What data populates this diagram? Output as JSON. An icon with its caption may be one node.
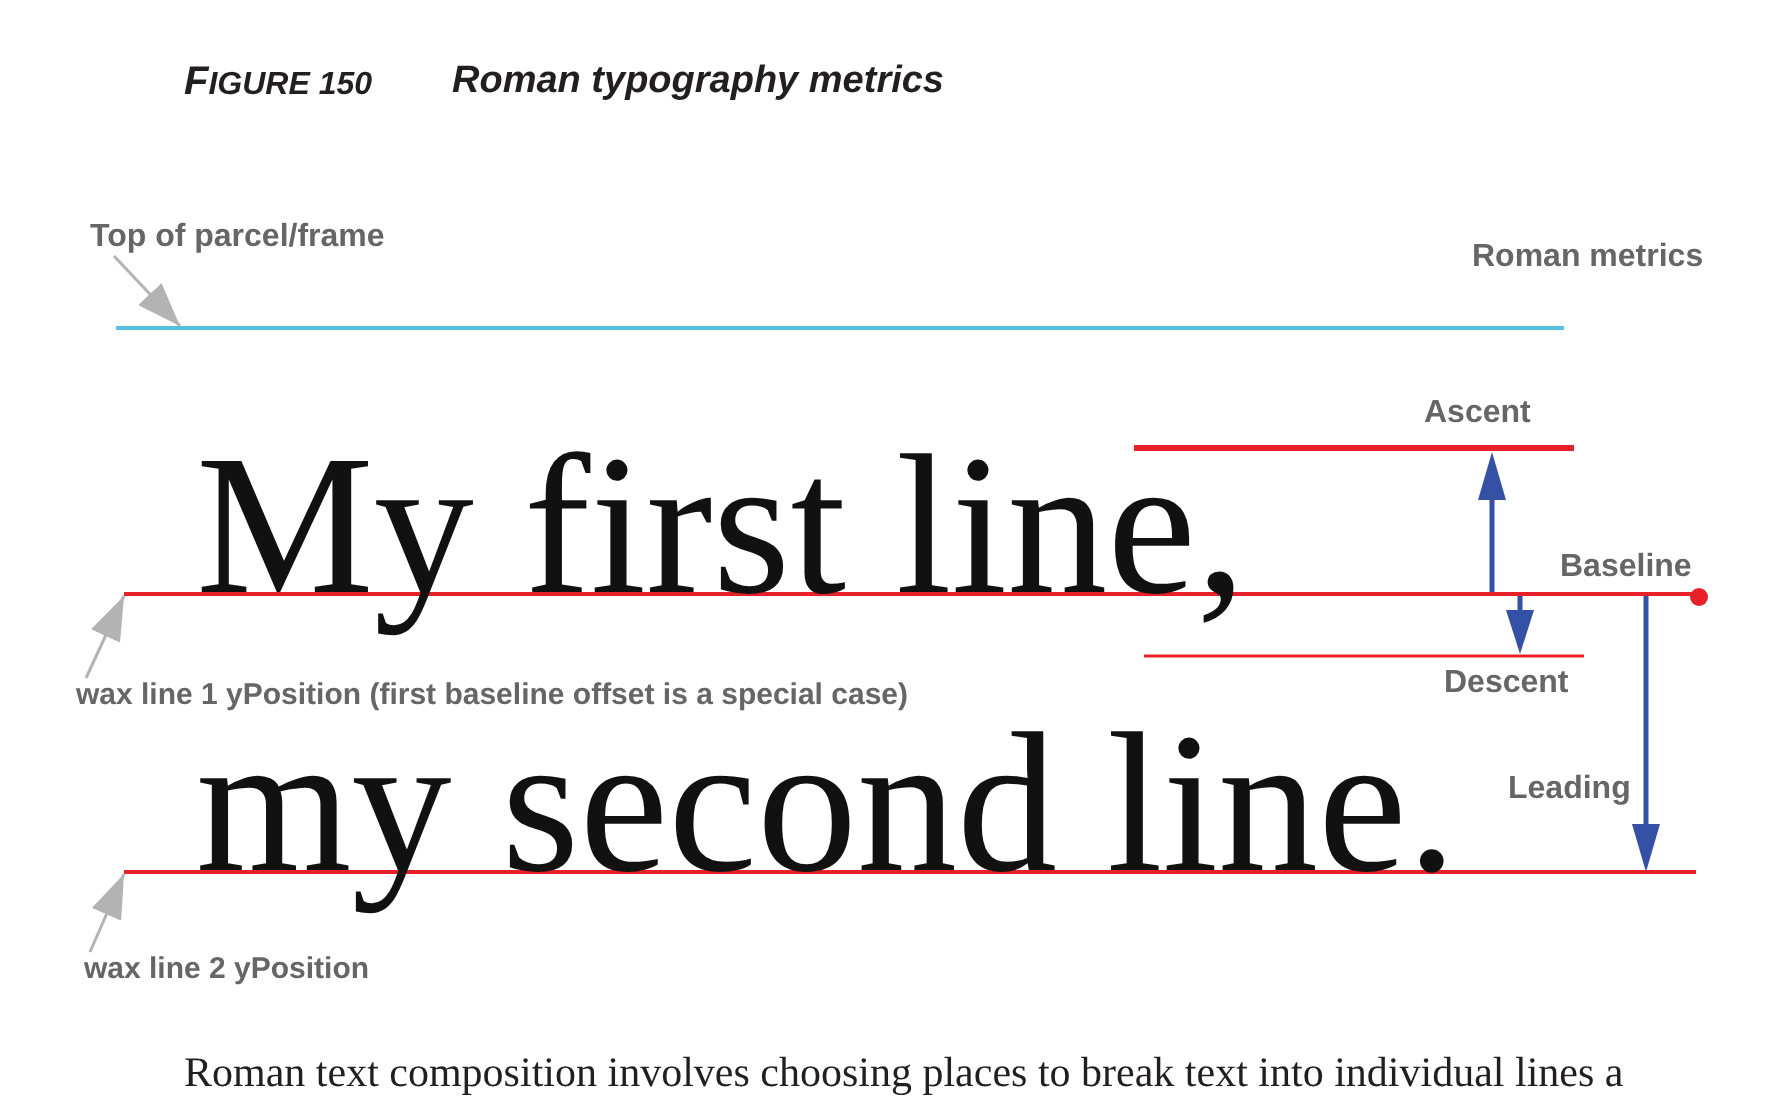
{
  "diagram": {
    "title": "Roman typography metrics",
    "nodes": [
      {
        "text": [
          "Top of parcel/frame"
        ]
      },
      {
        "text": [],
        "shape": "line"
      },
      {
        "text": [
          "wax line 1 yPosition (first baseline offset is a special case)"
        ]
      },
      {
        "text": [],
        "shape": "line"
      },
      {
        "text": [
          "wax line 2 yPosition"
        ]
      },
      {
        "text": [],
        "shape": "line"
      }
    ],
    "edges": [
      {
        "from": 0,
        "to": 1,
        "arrow": "to"
      },
      {
        "from": 2,
        "to": 3,
        "arrow": "to"
      },
      {
        "from": 4,
        "to": 5,
        "arrow": "to"
      }
    ],
    "labels": [
      "FIGURE 150",
      "Roman metrics",
      "Ascent",
      "My first line,",
      "Baseline",
      "Descent",
      "my second line.",
      "Leading",
      "Roman text composition involves choosing places to break text into individual lines a"
    ]
  }
}
